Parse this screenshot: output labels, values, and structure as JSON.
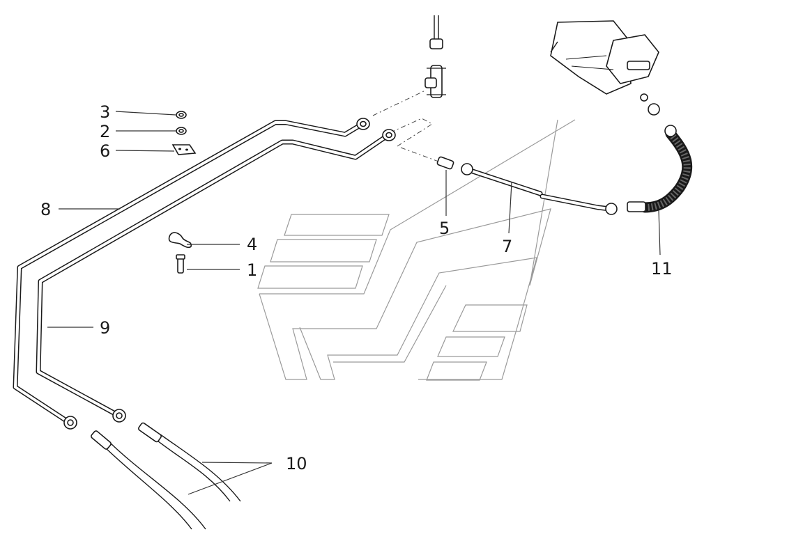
{
  "diagram": {
    "callouts": [
      {
        "id": "c3",
        "label": "3"
      },
      {
        "id": "c2",
        "label": "2"
      },
      {
        "id": "c6",
        "label": "6"
      },
      {
        "id": "c8",
        "label": "8"
      },
      {
        "id": "c4",
        "label": "4"
      },
      {
        "id": "c1",
        "label": "1"
      },
      {
        "id": "c5",
        "label": "5"
      },
      {
        "id": "c7",
        "label": "7"
      },
      {
        "id": "c11",
        "label": "11"
      },
      {
        "id": "c9",
        "label": "9"
      },
      {
        "id": "c10",
        "label": "10"
      }
    ]
  }
}
